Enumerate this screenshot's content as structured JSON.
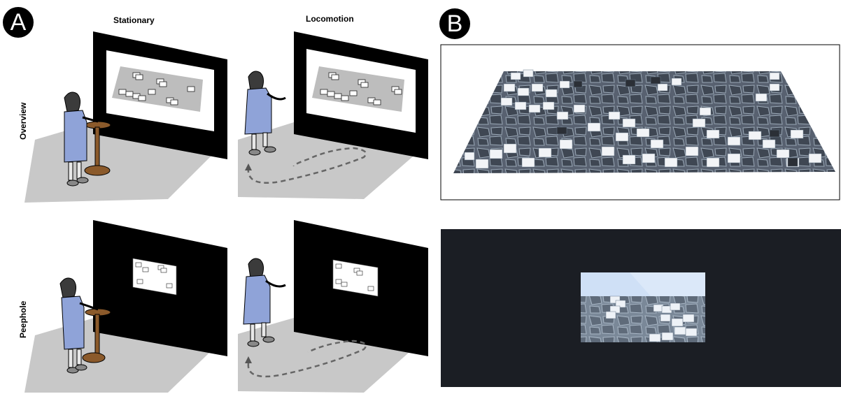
{
  "figure": {
    "panel_a_label": "A",
    "panel_b_label": "B",
    "columns": [
      "Stationary",
      "Locomotion"
    ],
    "rows": [
      "Overview",
      "Peephole"
    ]
  },
  "colors": {
    "floor": "#c8c8c8",
    "wall": "#000000",
    "screen_canvas": "#bdbdbd",
    "shirt": "#8fa3d8",
    "table": "#8b5a2b",
    "terrain": "#5a6470",
    "dark_bg": "#1b1e24"
  }
}
